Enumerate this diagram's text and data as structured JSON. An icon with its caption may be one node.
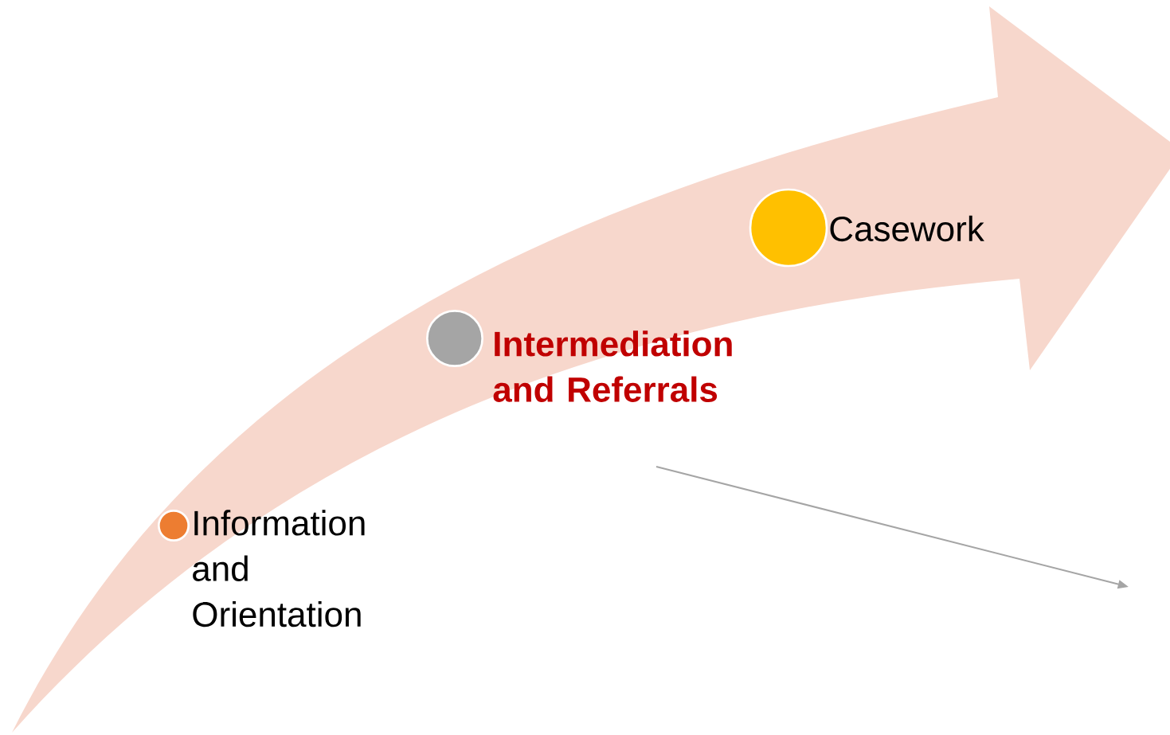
{
  "diagram": {
    "nodes": [
      {
        "text": [],
        "shape": "circle",
        "beside": [
          "Information and Orientation"
        ]
      },
      {
        "text": [],
        "shape": "circle",
        "beside": [
          "Intermediation and Referrals"
        ]
      },
      {
        "text": [],
        "shape": "circle",
        "beside": [
          "Casework"
        ]
      }
    ]
  }
}
